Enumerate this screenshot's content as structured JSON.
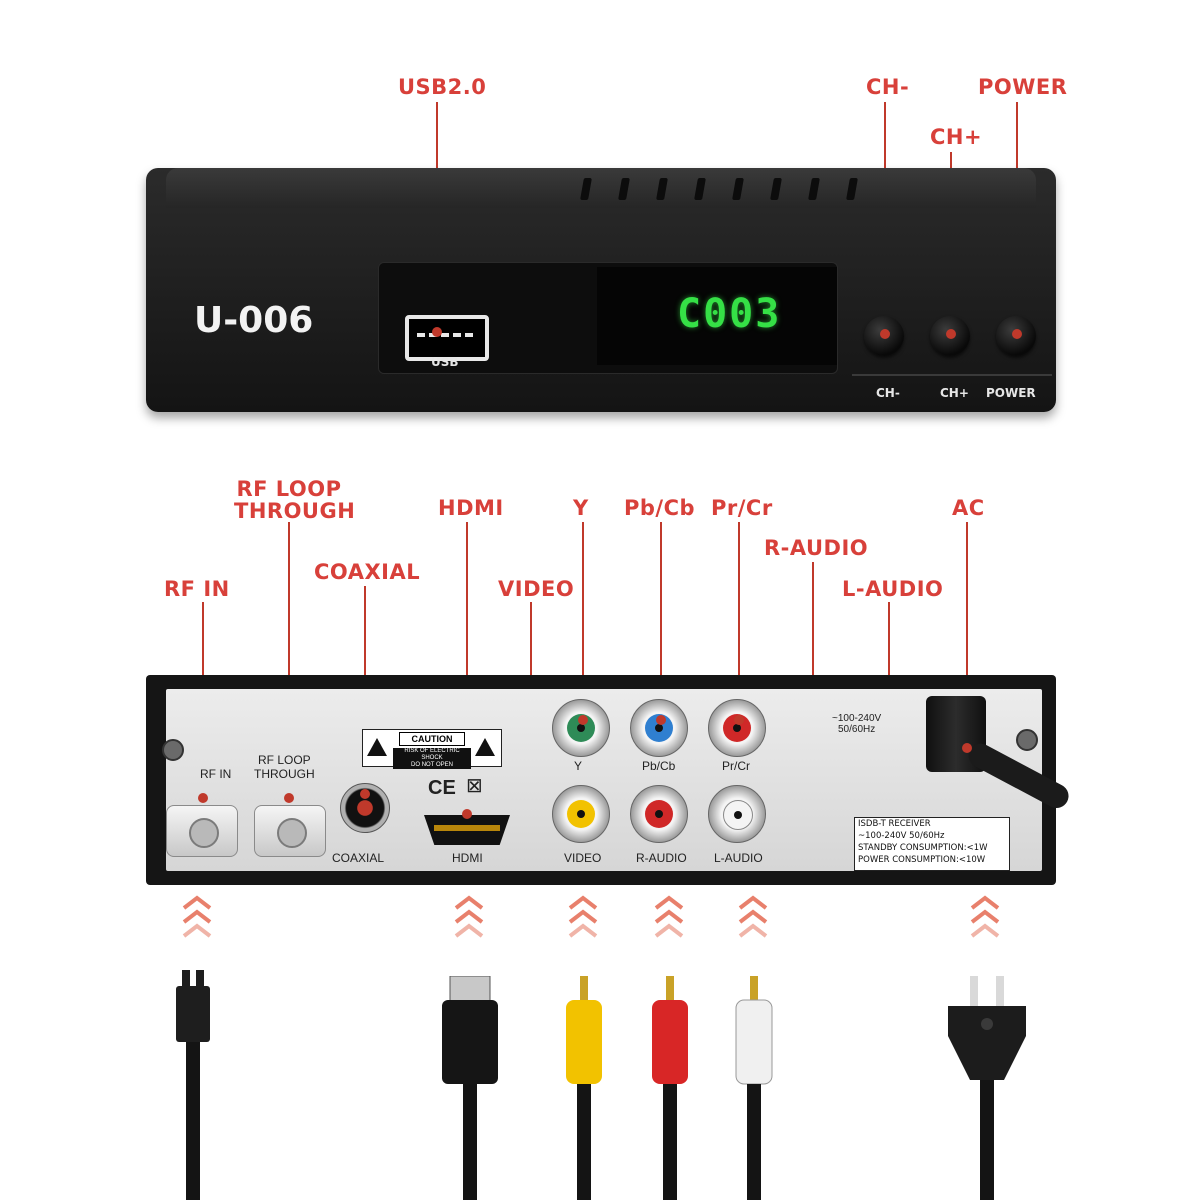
{
  "callouts": {
    "usb": "USB2.0",
    "ch_minus": "CH-",
    "ch_plus": "CH+",
    "power": "POWER",
    "rf_in": "RF IN",
    "rf_loop_line1": "RF LOOP",
    "rf_loop_line2": "THROUGH",
    "coaxial": "COAXIAL",
    "hdmi": "HDMI",
    "video": "VIDEO",
    "y": "Y",
    "pb_cb": "Pb/Cb",
    "pr_cr": "Pr/Cr",
    "r_audio": "R-AUDIO",
    "l_audio": "L-AUDIO",
    "ac": "AC"
  },
  "front": {
    "model": "U-006",
    "display": "C003",
    "usb_label": "USB",
    "ch_minus_label": "CH-",
    "ch_plus_label": "CH+",
    "power_label": "POWER"
  },
  "rear": {
    "rf_in": "RF IN",
    "rf_loop": "RF LOOP\nTHROUGH",
    "coaxial": "COAXIAL",
    "hdmi": "HDMI",
    "video": "VIDEO",
    "r_audio": "R-AUDIO",
    "l_audio": "L-AUDIO",
    "y": "Y",
    "pb_cb": "Pb/Cb",
    "pr_cr": "Pr/Cr",
    "voltage": "~100-240V\n50/60Hz",
    "caution_title": "CAUTION",
    "caution_sub": "RISK OF ELECTRIC SHOCK\nDO NOT OPEN",
    "ce_mark": "CE",
    "spec_lines": [
      "ISDB-T RECEIVER",
      "~100-240V 50/60Hz",
      "STANDBY CONSUMPTION:<1W",
      "POWER CONSUMPTION:<10W"
    ]
  },
  "colors": {
    "callout": "#d8403a",
    "display_green": "#35e046",
    "rca_green": "#2e8b57",
    "rca_blue": "#2f7fd0",
    "rca_red": "#d02828",
    "rca_yellow": "#f2c200"
  }
}
